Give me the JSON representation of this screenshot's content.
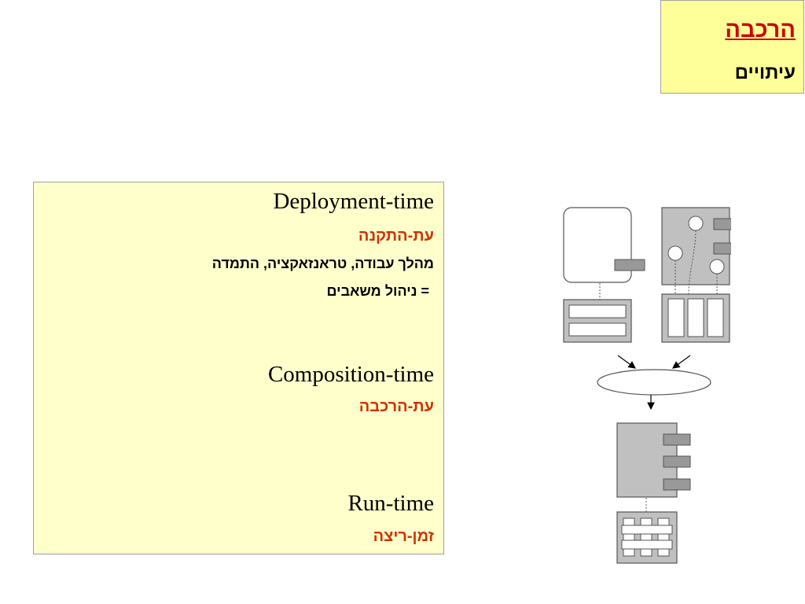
{
  "header": {
    "title": "הרכבה",
    "subtitle": "עיתויים"
  },
  "sections": [
    {
      "english": "Deployment-time",
      "hebrew": "עת-התקנה",
      "desc_line1": "מהלך עבודה, טראנזאקציה, התמדה",
      "desc_line2": "= ניהול משאבים"
    },
    {
      "english": "Composition-time",
      "hebrew": "עת-הרכבה"
    },
    {
      "english": "Run-time",
      "hebrew": "זמן-ריצה"
    }
  ],
  "colors": {
    "title_red": "#cc0000",
    "hebrew_red": "#cc3300",
    "title_box_bg": "#ffff99",
    "content_box_bg": "#ffffcc",
    "component_gray": "#c0c0c0",
    "port_gray": "#999999"
  }
}
